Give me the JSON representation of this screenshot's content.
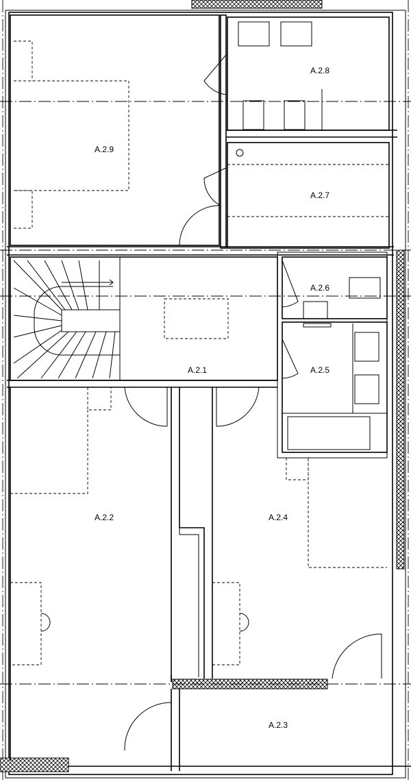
{
  "plan": {
    "rooms": [
      {
        "id": "A.2.1",
        "label": "A.2.1"
      },
      {
        "id": "A.2.2",
        "label": "A.2.2"
      },
      {
        "id": "A.2.3",
        "label": "A.2.3"
      },
      {
        "id": "A.2.4",
        "label": "A.2.4"
      },
      {
        "id": "A.2.5",
        "label": "A.2.5"
      },
      {
        "id": "A.2.6",
        "label": "A.2.6"
      },
      {
        "id": "A.2.7",
        "label": "A.2.7"
      },
      {
        "id": "A.2.8",
        "label": "A.2.8"
      },
      {
        "id": "A.2.9",
        "label": "A.2.9"
      }
    ],
    "colors": {
      "line": "#000000",
      "background": "#ffffff"
    }
  }
}
